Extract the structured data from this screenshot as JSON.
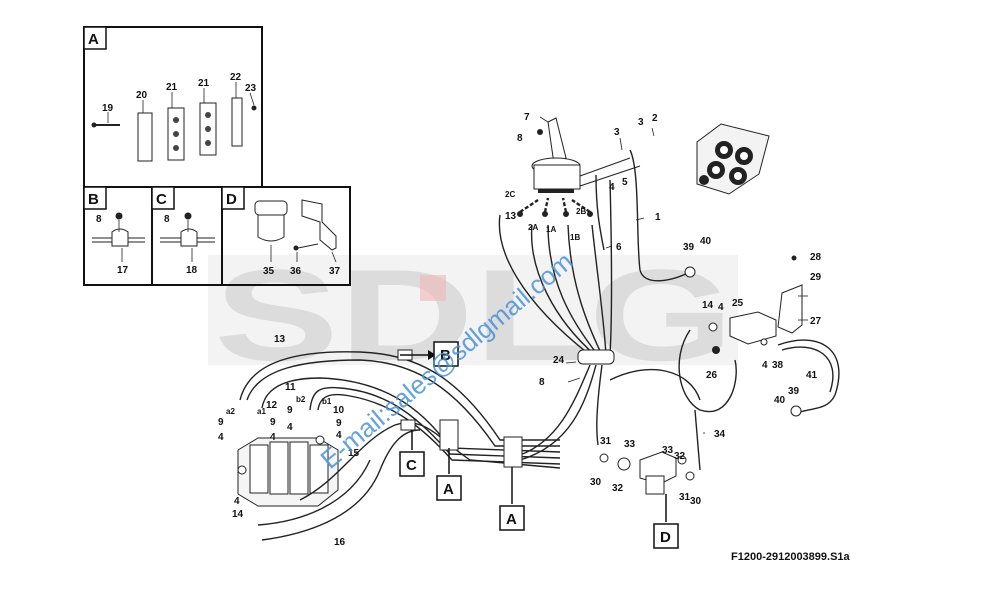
{
  "figure_ref": "F1200-2912003899.S1a",
  "watermark_text": "SDLG",
  "email_watermark": "E-mail:sales@sdlgmail.com",
  "detail_boxes": {
    "A": {
      "title": "A",
      "labels": [
        "19",
        "20",
        "21",
        "21",
        "22",
        "23"
      ]
    },
    "B": {
      "title": "B",
      "labels": [
        "8",
        "17"
      ]
    },
    "C": {
      "title": "C",
      "labels": [
        "8",
        "18"
      ]
    },
    "D": {
      "title": "D",
      "labels": [
        "35",
        "36",
        "37"
      ]
    }
  },
  "callouts": [
    "B",
    "C",
    "A",
    "A",
    "D"
  ],
  "port_labels": [
    "2C",
    "2A",
    "1A",
    "1B",
    "2B",
    "a2",
    "a1",
    "b2",
    "b1"
  ],
  "part_labels": [
    "7",
    "8",
    "3",
    "2",
    "3",
    "5",
    "4",
    "1",
    "6",
    "13",
    "39",
    "40",
    "28",
    "29",
    "27",
    "14",
    "4",
    "25",
    "26",
    "4",
    "38",
    "41",
    "39",
    "40",
    "24",
    "8",
    "13",
    "12",
    "11",
    "10",
    "9",
    "9",
    "9",
    "9",
    "4",
    "4",
    "4",
    "4",
    "15",
    "4",
    "14",
    "16",
    "31",
    "33",
    "33",
    "32",
    "30",
    "32",
    "31",
    "30",
    "34"
  ]
}
